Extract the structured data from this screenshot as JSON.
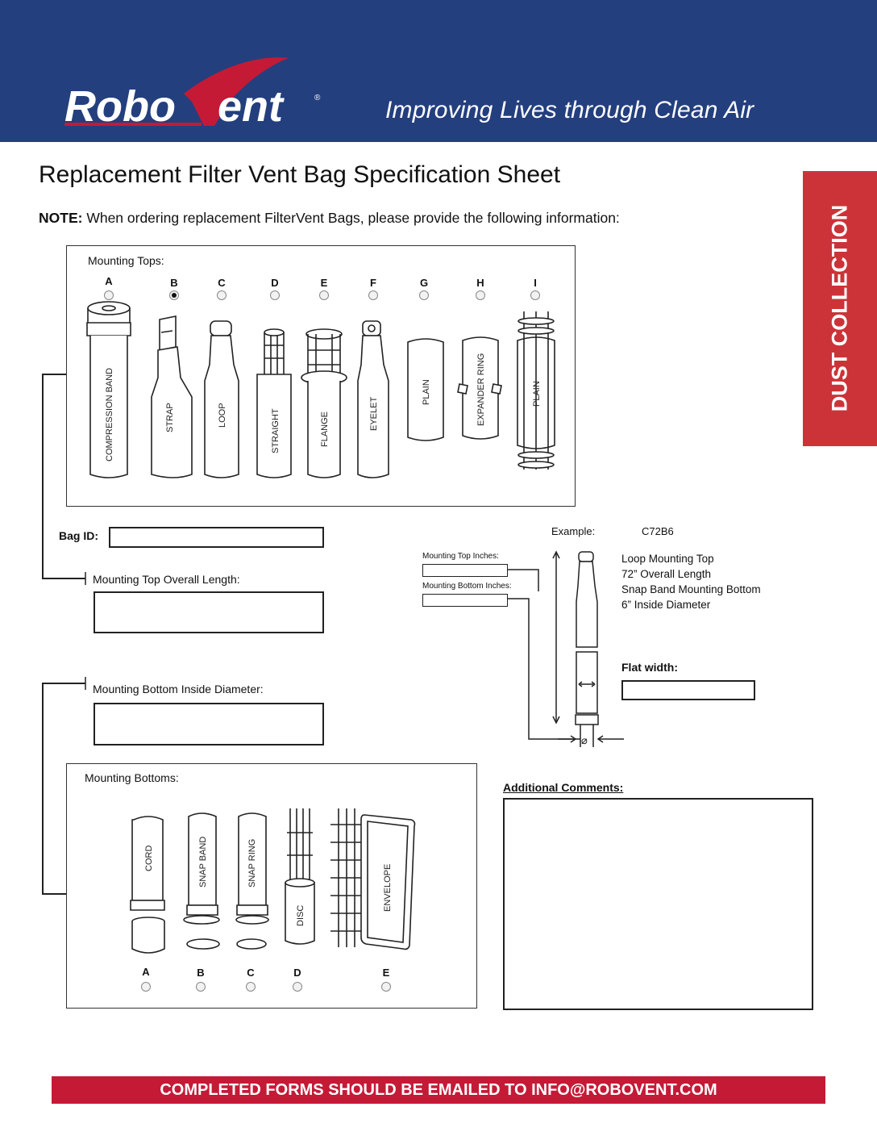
{
  "header": {
    "brand_left": "Robo",
    "brand_right": "ent",
    "brand_mark": "®",
    "tagline": "Improving Lives through Clean Air",
    "color": "#243f7e"
  },
  "side_tab": {
    "label": "DUST COLLECTION",
    "color": "#cc3338"
  },
  "title": "Replacement Filter Vent Bag Specification Sheet",
  "note": {
    "lead": "NOTE:",
    "text": " When ordering replacement FilterVent Bags, please provide the following information:"
  },
  "mounting_tops": {
    "heading": "Mounting Tops:",
    "options": [
      {
        "letter": "A",
        "label": "COMPRESSION BAND",
        "selected": false
      },
      {
        "letter": "B",
        "label": "STRAP",
        "selected": true
      },
      {
        "letter": "C",
        "label": "LOOP",
        "selected": false
      },
      {
        "letter": "D",
        "label": "STRAIGHT",
        "selected": false
      },
      {
        "letter": "E",
        "label": "FLANGE",
        "selected": false
      },
      {
        "letter": "F",
        "label": "EYELET",
        "selected": false
      },
      {
        "letter": "G",
        "label": "PLAIN",
        "selected": false
      },
      {
        "letter": "H",
        "label": "EXPANDER RING",
        "selected": false
      },
      {
        "letter": "I",
        "label": "PLAIN",
        "selected": false
      }
    ]
  },
  "fields": {
    "bag_id_label": "Bag ID:",
    "bag_id_value": "",
    "top_length_label": "Mounting Top Overall Length:",
    "top_length_value": "",
    "bottom_diameter_label": "Mounting Bottom Inside Diameter:",
    "bottom_diameter_value": "",
    "flat_width_label": "Flat width:",
    "flat_width_value": "",
    "comments_label": "Additional Comments:",
    "comments_value": ""
  },
  "example": {
    "label": "Example:",
    "code": "C72B6",
    "top_inches_label": "Mounting Top Inches:",
    "bottom_inches_label": "Mounting Bottom Inches:",
    "lines": [
      "Loop Mounting Top",
      "72” Overall Length",
      "Snap Band Mounting Bottom",
      "6” Inside Diameter"
    ],
    "diameter_symbol": "⌀"
  },
  "mounting_bottoms": {
    "heading": "Mounting Bottoms:",
    "options": [
      {
        "letter": "A",
        "label": "CORD"
      },
      {
        "letter": "B",
        "label": "SNAP BAND"
      },
      {
        "letter": "C",
        "label": "SNAP RING"
      },
      {
        "letter": "D",
        "label": "DISC"
      },
      {
        "letter": "E",
        "label": "ENVELOPE"
      }
    ]
  },
  "footer": {
    "text": "COMPLETED FORMS SHOULD BE EMAILED TO INFO@ROBOVENT.COM",
    "color": "#c41a36"
  }
}
